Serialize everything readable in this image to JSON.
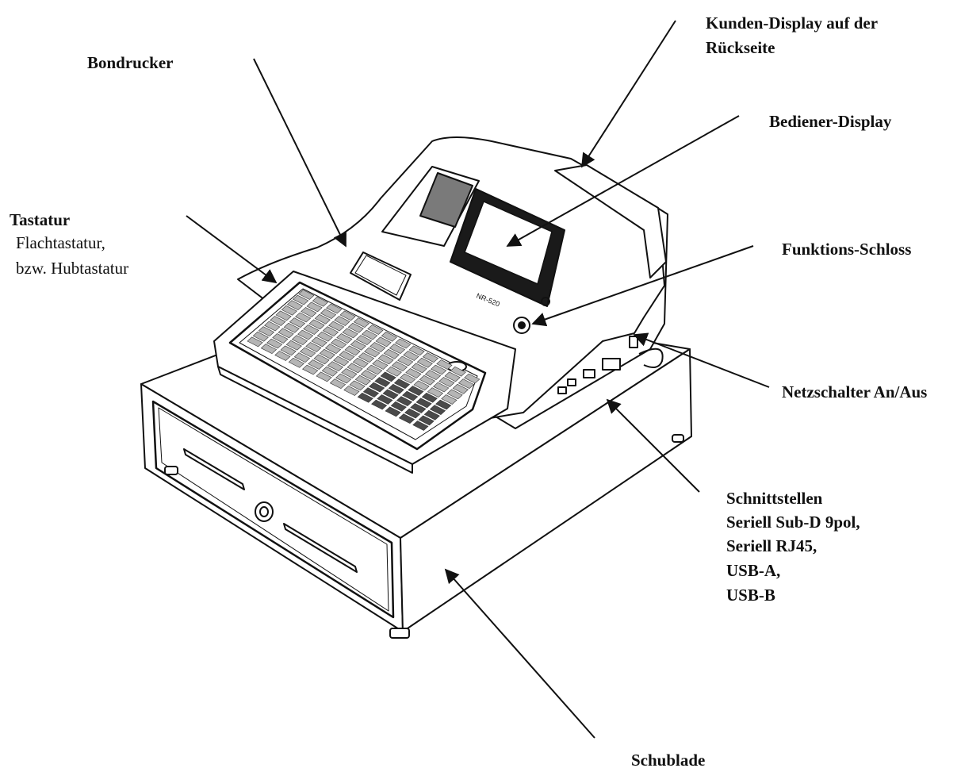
{
  "labels": {
    "bondrucker": "Bondrucker",
    "kunden_display_1": "Kunden-Display auf der",
    "kunden_display_2": "Rückseite",
    "bediener_display": "Bediener-Display",
    "tastatur_title": "Tastatur",
    "tastatur_line1": "Flachtastatur,",
    "tastatur_line2": "bzw. Hubtastatur",
    "funktions_schloss": "Funktions-Schloss",
    "netzschalter": "Netzschalter An/Aus",
    "schnittstellen_title": "Schnittstellen",
    "schnittstellen_items": [
      "Seriell Sub-D 9pol,",
      "Seriell RJ45,",
      "USB-A,",
      "USB-B"
    ],
    "schublade": "Schublade"
  },
  "device": {
    "model_label": "NR-520"
  },
  "colors": {
    "line": "#111111",
    "fill": "#ffffff",
    "paper": "#7a7a7a",
    "screen_frame": "#1a1a1a",
    "key": "#b5b5b5",
    "key_dark": "#4a4a4a"
  }
}
